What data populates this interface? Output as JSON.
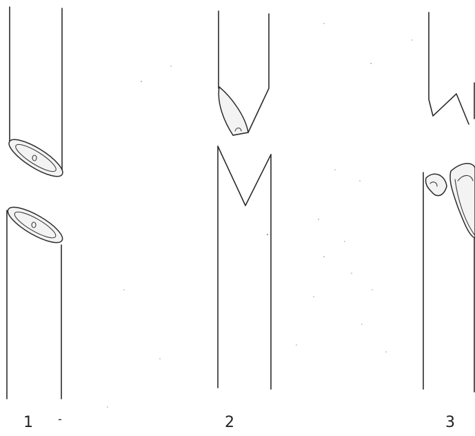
{
  "figure": {
    "labels": {
      "one": "1",
      "one_mark": "-",
      "two": "2",
      "three": "3"
    },
    "colors": {
      "ink": "#2a2a2a",
      "background": "#ffffff"
    }
  }
}
